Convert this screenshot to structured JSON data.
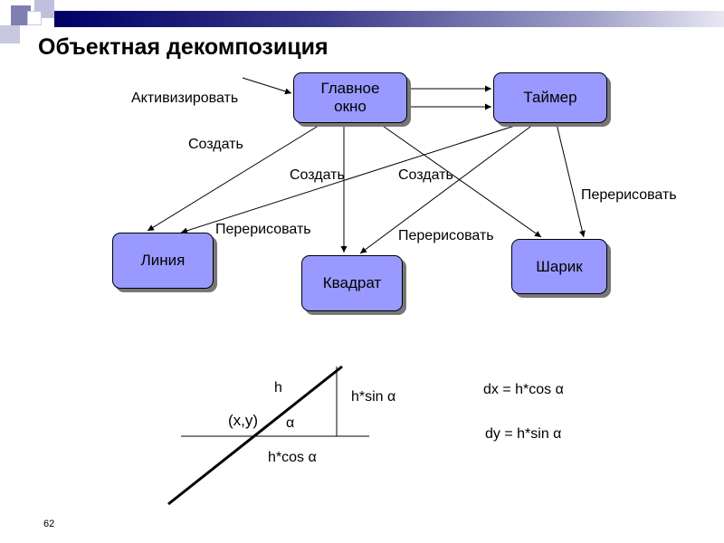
{
  "title": "Объектная декомпозиция",
  "nodes": {
    "main_window": "Главное\nокно",
    "timer": "Таймер",
    "line": "Линия",
    "square": "Квадрат",
    "ball": "Шарик"
  },
  "edge_labels": {
    "activate": "Активизировать",
    "create_line": "Создать",
    "create_square": "Создать",
    "create_ball": "Создать",
    "redraw_line": "Перерисовать",
    "redraw_square": "Перерисовать",
    "redraw_ball": "Перерисовать"
  },
  "math": {
    "h": "h",
    "point": "(x,y)",
    "alpha": "α",
    "h_sin": "h*sin α",
    "h_cos": "h*cos α",
    "dx": "dx = h*cos α",
    "dy": "dy = h*sin α"
  },
  "colors": {
    "node_fill": "#9999ff",
    "deco_navy": "#000066"
  },
  "page_number": "62"
}
